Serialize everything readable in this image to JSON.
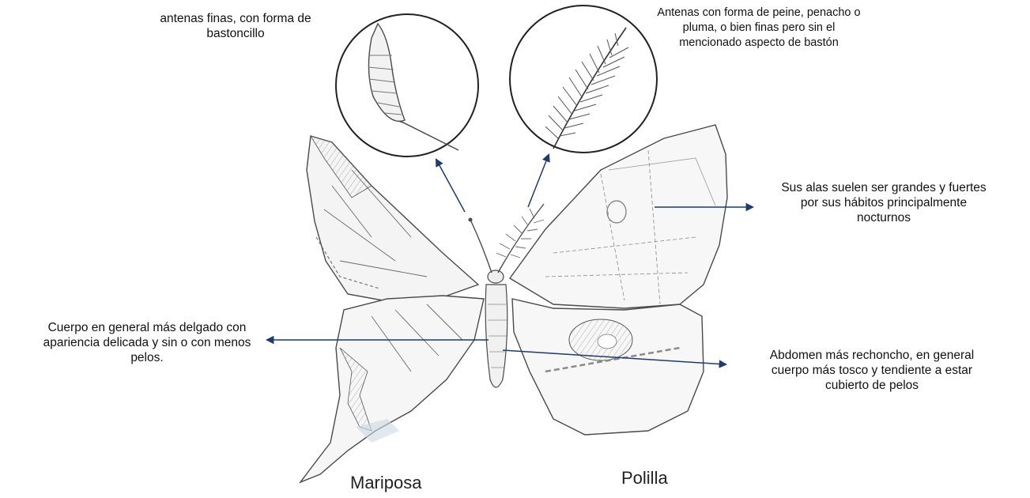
{
  "labels": {
    "butterfly_antenna": [
      "antenas finas, con forma de",
      "bastoncillo"
    ],
    "moth_antenna": [
      "Antenas con forma de peine, penacho o",
      "pluma, o bien finas pero sin el",
      "mencionado aspecto de bastón"
    ],
    "moth_wings": [
      "Sus alas suelen ser grandes y fuertes",
      "por sus hábitos principalmente",
      "nocturnos"
    ],
    "butterfly_body": [
      "Cuerpo en general más delgado con",
      "apariencia delicada y sin o con menos",
      "pelos."
    ],
    "moth_abdomen": [
      "Abdomen más rechoncho, en general",
      "cuerpo más tosco y tendiente a estar",
      "cubierto de pelos"
    ]
  },
  "captions": {
    "butterfly": "Mariposa",
    "moth": "Polilla"
  },
  "colors": {
    "arrow": "#1f3a6b",
    "sketch": "#4a4a4a",
    "text": "#111111"
  }
}
